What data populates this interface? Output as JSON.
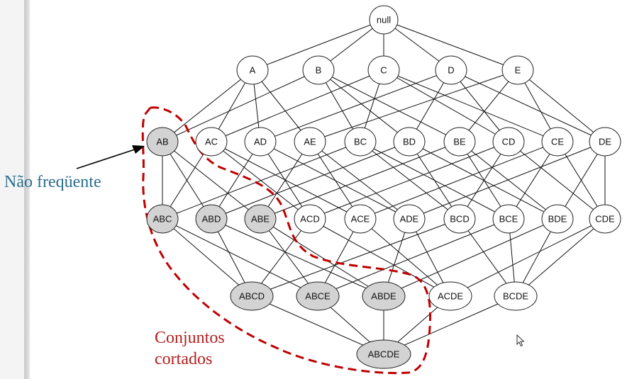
{
  "diagram": {
    "levels": [
      [
        "null"
      ],
      [
        "A",
        "B",
        "C",
        "D",
        "E"
      ],
      [
        "AB",
        "AC",
        "AD",
        "AE",
        "BC",
        "BD",
        "BE",
        "CD",
        "CE",
        "DE"
      ],
      [
        "ABC",
        "ABD",
        "ABE",
        "ACD",
        "ACE",
        "ADE",
        "BCD",
        "BCE",
        "BDE",
        "CDE"
      ],
      [
        "ABCD",
        "ABCE",
        "ABDE",
        "ACDE",
        "BCDE"
      ],
      [
        "ABCDE"
      ]
    ],
    "infrequent_node": "AB",
    "pruned_nodes": [
      "AB",
      "ABC",
      "ABD",
      "ABE",
      "ABCD",
      "ABCE",
      "ABDE",
      "ABCDE"
    ],
    "colors": {
      "pruned_fill": "#d3d3d3",
      "node_fill": "#ffffff",
      "edge": "#111111",
      "dashed_outline": "#c00000",
      "infrequent_label": "#2a6d8c",
      "pruned_label": "#b31f1f"
    }
  },
  "annotations": {
    "infrequent_label": "Não freqüente",
    "pruned_label_line1": "Conjuntos",
    "pruned_label_line2": "cortados"
  },
  "icons": {
    "cursor": "mouse-pointer-icon",
    "arrow": "arrow-icon"
  }
}
